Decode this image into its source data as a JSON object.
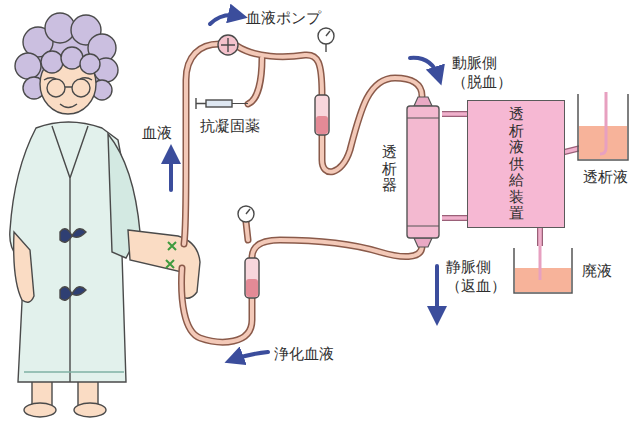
{
  "diagram": {
    "nodes": [
      {
        "text": [
          "透析器"
        ]
      },
      {
        "text": [
          "透析液供給装置"
        ]
      },
      {
        "text": [
          "透析液"
        ]
      },
      {
        "text": [
          "廃液"
        ]
      }
    ],
    "edges": [
      {
        "from": 0,
        "to": 1,
        "arrow": "none"
      },
      {
        "from": 0,
        "to": 1,
        "arrow": "none"
      },
      {
        "from": 2,
        "to": 1,
        "arrow": "none"
      },
      {
        "from": 1,
        "to": 3,
        "arrow": "none"
      }
    ],
    "labels": [
      "血液ポンプ",
      "血液",
      "抗凝固薬",
      "動脈側 （脱血）",
      "静脈側 （返血）",
      "浄化血液"
    ]
  }
}
